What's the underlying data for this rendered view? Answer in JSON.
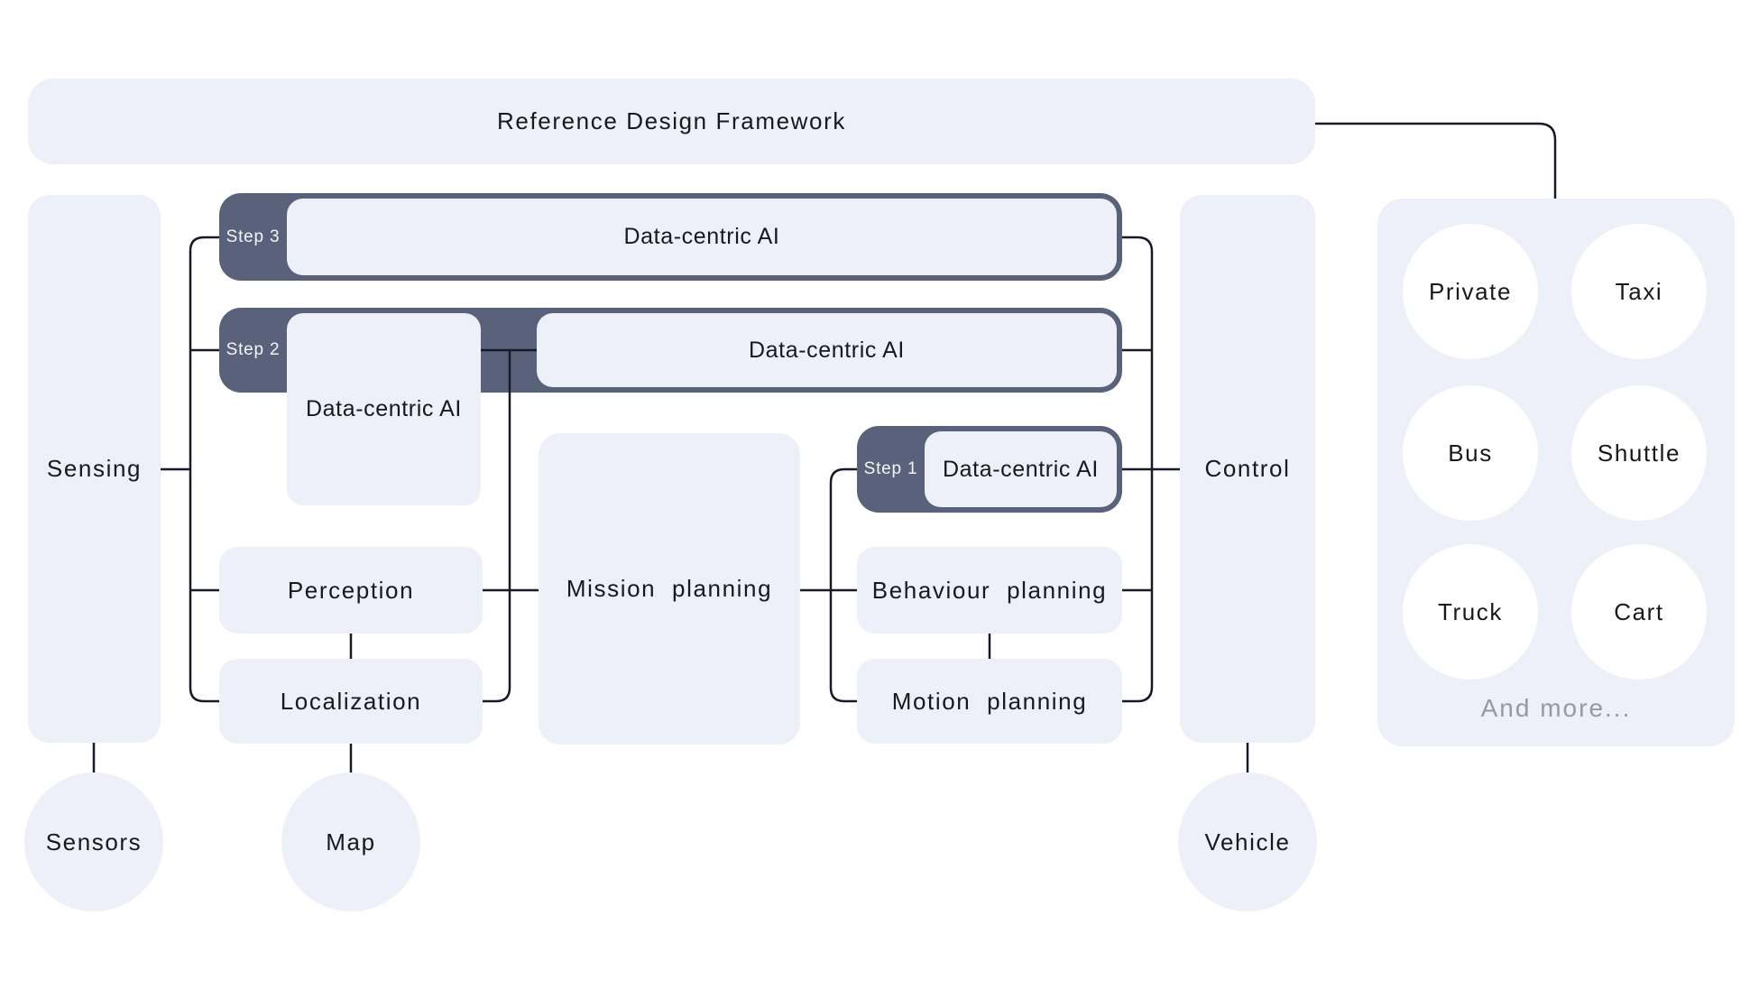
{
  "title": "Reference Design Framework",
  "framework": {
    "sensing": "Sensing",
    "control": "Control",
    "perception": "Perception",
    "localization": "Localization",
    "mission_planning": "Mission planning",
    "behaviour_planning": "Behaviour planning",
    "motion_planning": "Motion planning"
  },
  "steps": [
    {
      "label": "Step 3",
      "content": "Data-centric AI"
    },
    {
      "label": "Step 2",
      "content_left": "Data-centric AI",
      "content_right": "Data-centric AI"
    },
    {
      "label": "Step 1",
      "content": "Data-centric AI"
    }
  ],
  "peripherals": {
    "sensors": "Sensors",
    "map": "Map",
    "vehicle": "Vehicle"
  },
  "vehicle_panel": {
    "items": [
      "Private",
      "Taxi",
      "Bus",
      "Shuttle",
      "Truck",
      "Cart"
    ],
    "more_label": "And more..."
  },
  "colors": {
    "slate": "#5a627b",
    "light_fill": "#edf0f8",
    "line": "#161b26",
    "text": "#17191d",
    "muted_text": "#97999e",
    "circle_white": "#ffffff"
  }
}
